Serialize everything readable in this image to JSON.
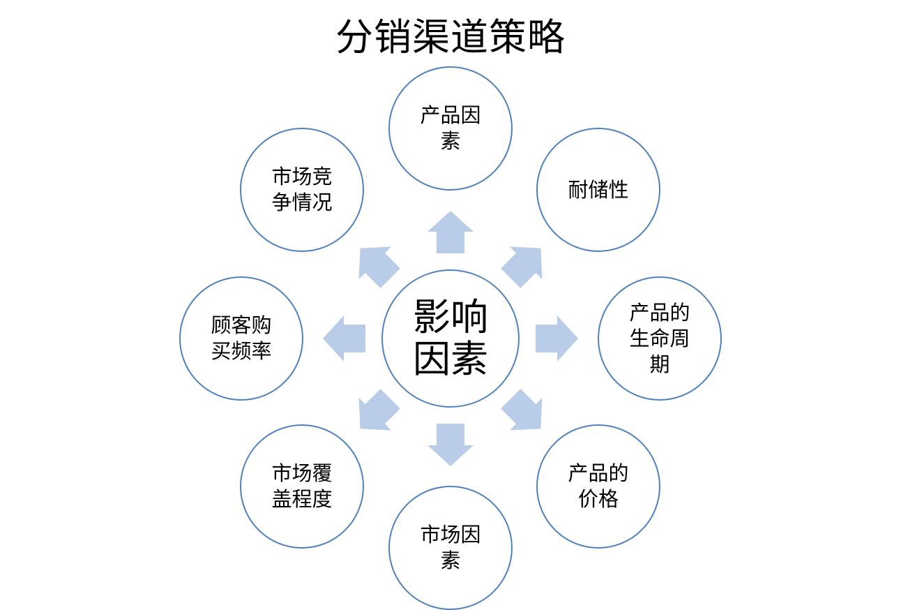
{
  "title": "分销渠道策略",
  "center": {
    "label": "影响因素"
  },
  "nodes": [
    {
      "id": "product-factors",
      "label": "产品因素"
    },
    {
      "id": "durability",
      "label": "耐储性"
    },
    {
      "id": "product-lifecycle",
      "label": "产品的生命周期"
    },
    {
      "id": "product-price",
      "label": "产品的价格"
    },
    {
      "id": "market-factors",
      "label": "市场因素"
    },
    {
      "id": "market-coverage",
      "label": "市场覆盖程度"
    },
    {
      "id": "purchase-frequency",
      "label": "顾客购买频率"
    },
    {
      "id": "market-competition",
      "label": "市场竞争情况"
    }
  ],
  "colors": {
    "circle_border": "#4f81bd",
    "arrow_fill": "#b9cde9",
    "text": "#000000"
  }
}
